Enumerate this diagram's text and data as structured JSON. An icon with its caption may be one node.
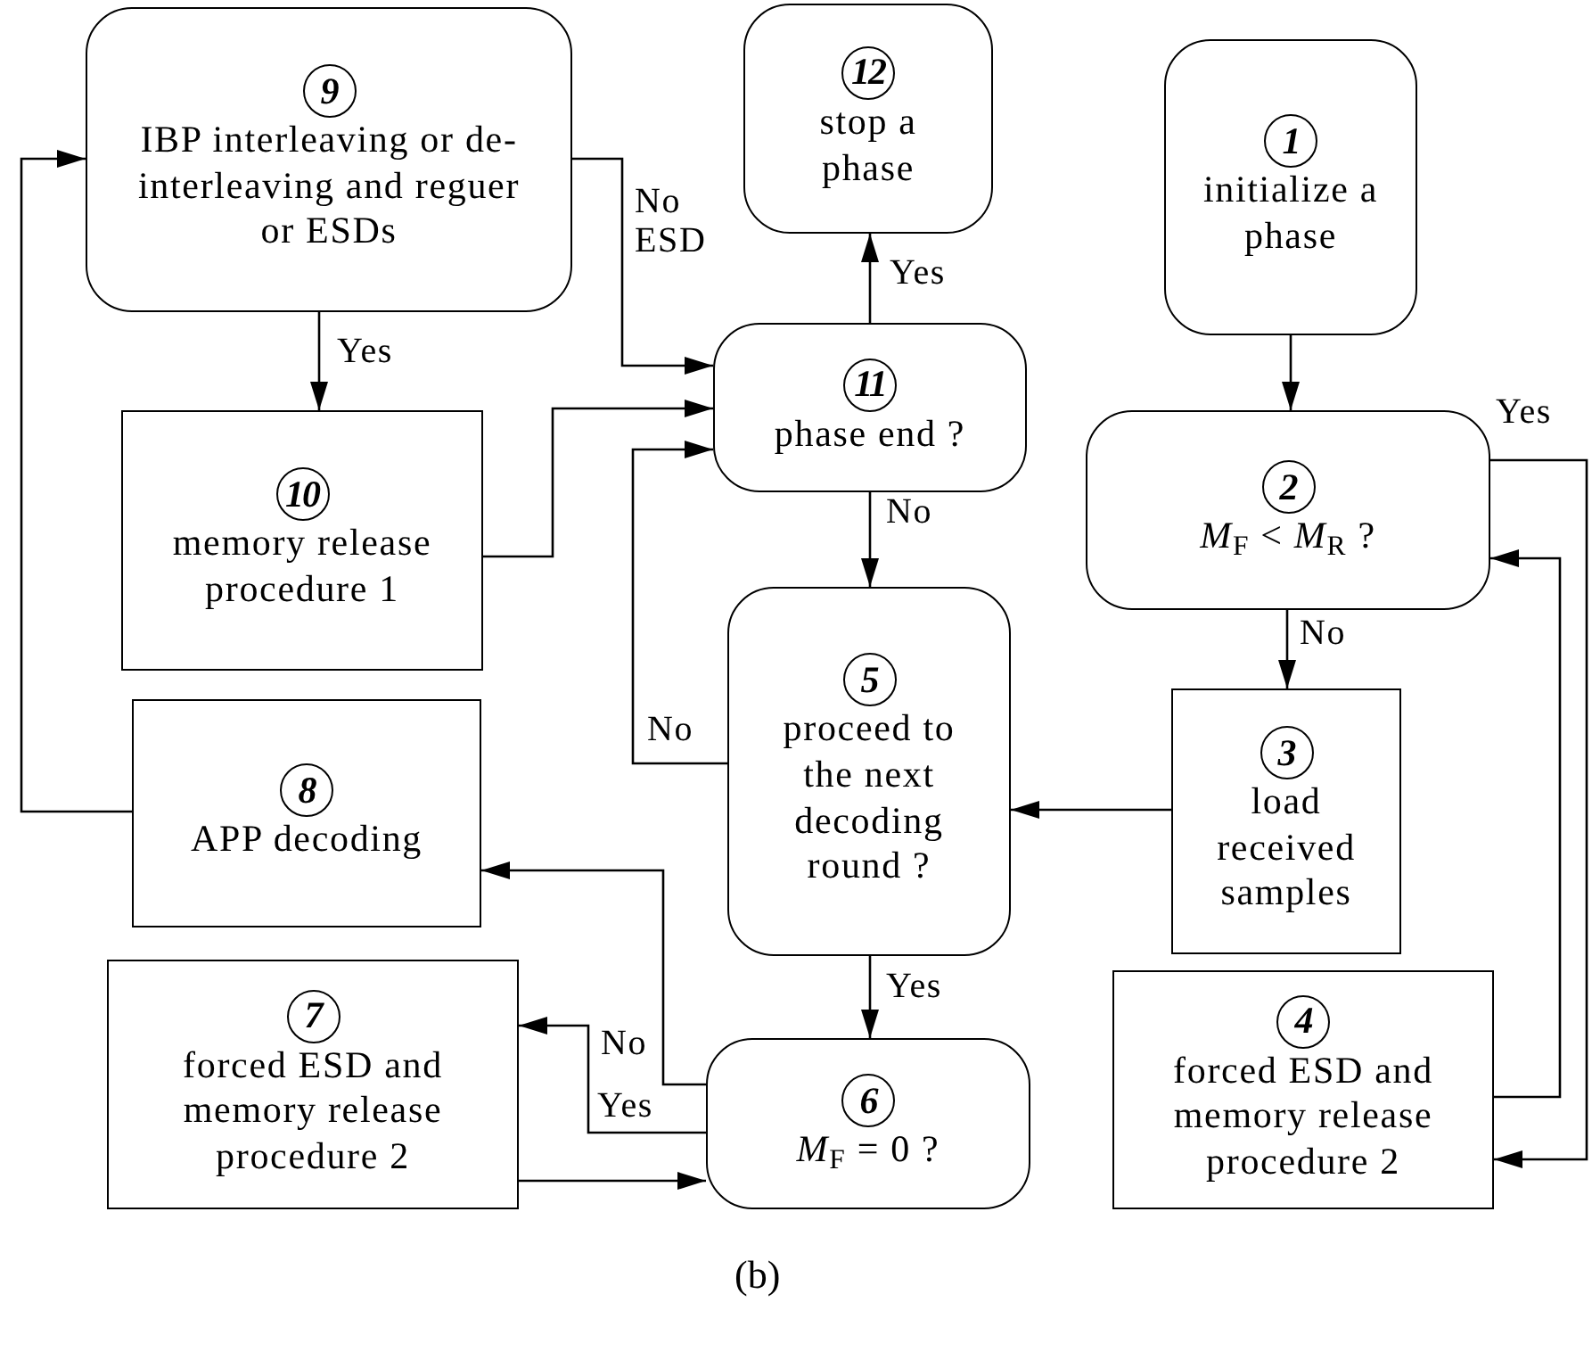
{
  "diagram": {
    "caption": "(b)",
    "nodes": [
      {
        "text": [
          "9",
          "IBP interleaving or de-interleaving and reguer or ESDs"
        ]
      },
      {
        "text": [
          "12",
          "stop a phase"
        ]
      },
      {
        "text": [
          "1",
          "initialize a phase"
        ]
      },
      {
        "text": [
          "11",
          "phase end ?"
        ]
      },
      {
        "text": [
          "10",
          "memory release procedure 1"
        ]
      },
      {
        "text": [
          "2",
          "*M*$_{F}$ < *M*$_{R}$ ?"
        ]
      },
      {
        "text": [
          "5",
          "proceed to the next decoding round ?"
        ]
      },
      {
        "text": [
          "8",
          "APP decoding"
        ]
      },
      {
        "text": [
          "3",
          "load received samples"
        ]
      },
      {
        "text": [
          "7",
          "forced ESD and memory release procedure 2"
        ]
      },
      {
        "text": [
          "6",
          "*M*$_{F}$ = 0 ?"
        ]
      },
      {
        "text": [
          "4",
          "forced ESD and memory release procedure 2"
        ]
      }
    ],
    "edges": [
      {
        "from": 2,
        "to": 5,
        "arrow": "to"
      },
      {
        "from": 5,
        "to": 8,
        "arrow": "to",
        "label": "No"
      },
      {
        "from": 5,
        "to": 11,
        "arrow": "to",
        "label": "Yes"
      },
      {
        "from": 11,
        "to": 5,
        "arrow": "to"
      },
      {
        "from": 8,
        "to": 6,
        "arrow": "to"
      },
      {
        "from": 6,
        "to": 3,
        "arrow": "to",
        "label": "No"
      },
      {
        "from": 6,
        "to": 10,
        "arrow": "to",
        "label": "Yes"
      },
      {
        "from": 3,
        "to": 1,
        "arrow": "to",
        "label": "Yes"
      },
      {
        "from": 3,
        "to": 6,
        "arrow": "to",
        "label": "No"
      },
      {
        "from": 0,
        "to": 3,
        "arrow": "to",
        "label": "No ESD"
      },
      {
        "from": 0,
        "to": 4,
        "arrow": "to",
        "label": "Yes"
      },
      {
        "from": 4,
        "to": 3,
        "arrow": "to"
      },
      {
        "from": 10,
        "to": 7,
        "arrow": "to",
        "label": "No"
      },
      {
        "from": 10,
        "to": 9,
        "arrow": "to",
        "label": "Yes"
      },
      {
        "from": 9,
        "to": 10,
        "arrow": "to"
      },
      {
        "from": 7,
        "to": 0,
        "arrow": "to"
      }
    ]
  }
}
